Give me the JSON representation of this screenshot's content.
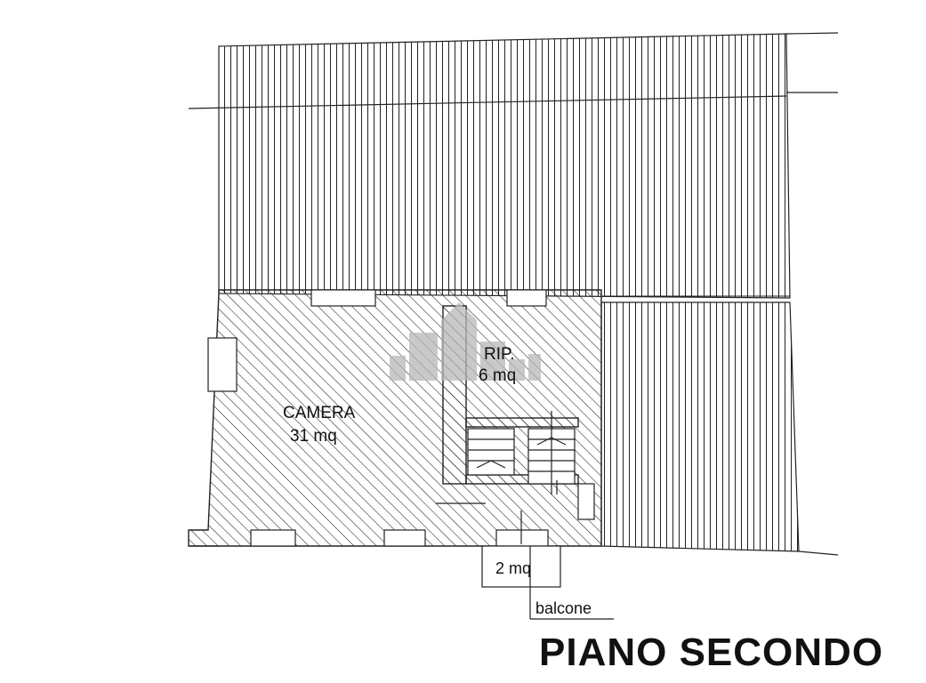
{
  "rooms": {
    "camera": {
      "name": "CAMERA",
      "area": "31 mq"
    },
    "ripostiglio": {
      "name": "RIP.",
      "area": "6 mq"
    },
    "balcony": {
      "area": "2 mq",
      "label": "balcone"
    }
  },
  "floor_title": "PIANO SECONDO",
  "colors": {
    "ink": "#111111",
    "watermark": "#b8b8b8"
  }
}
